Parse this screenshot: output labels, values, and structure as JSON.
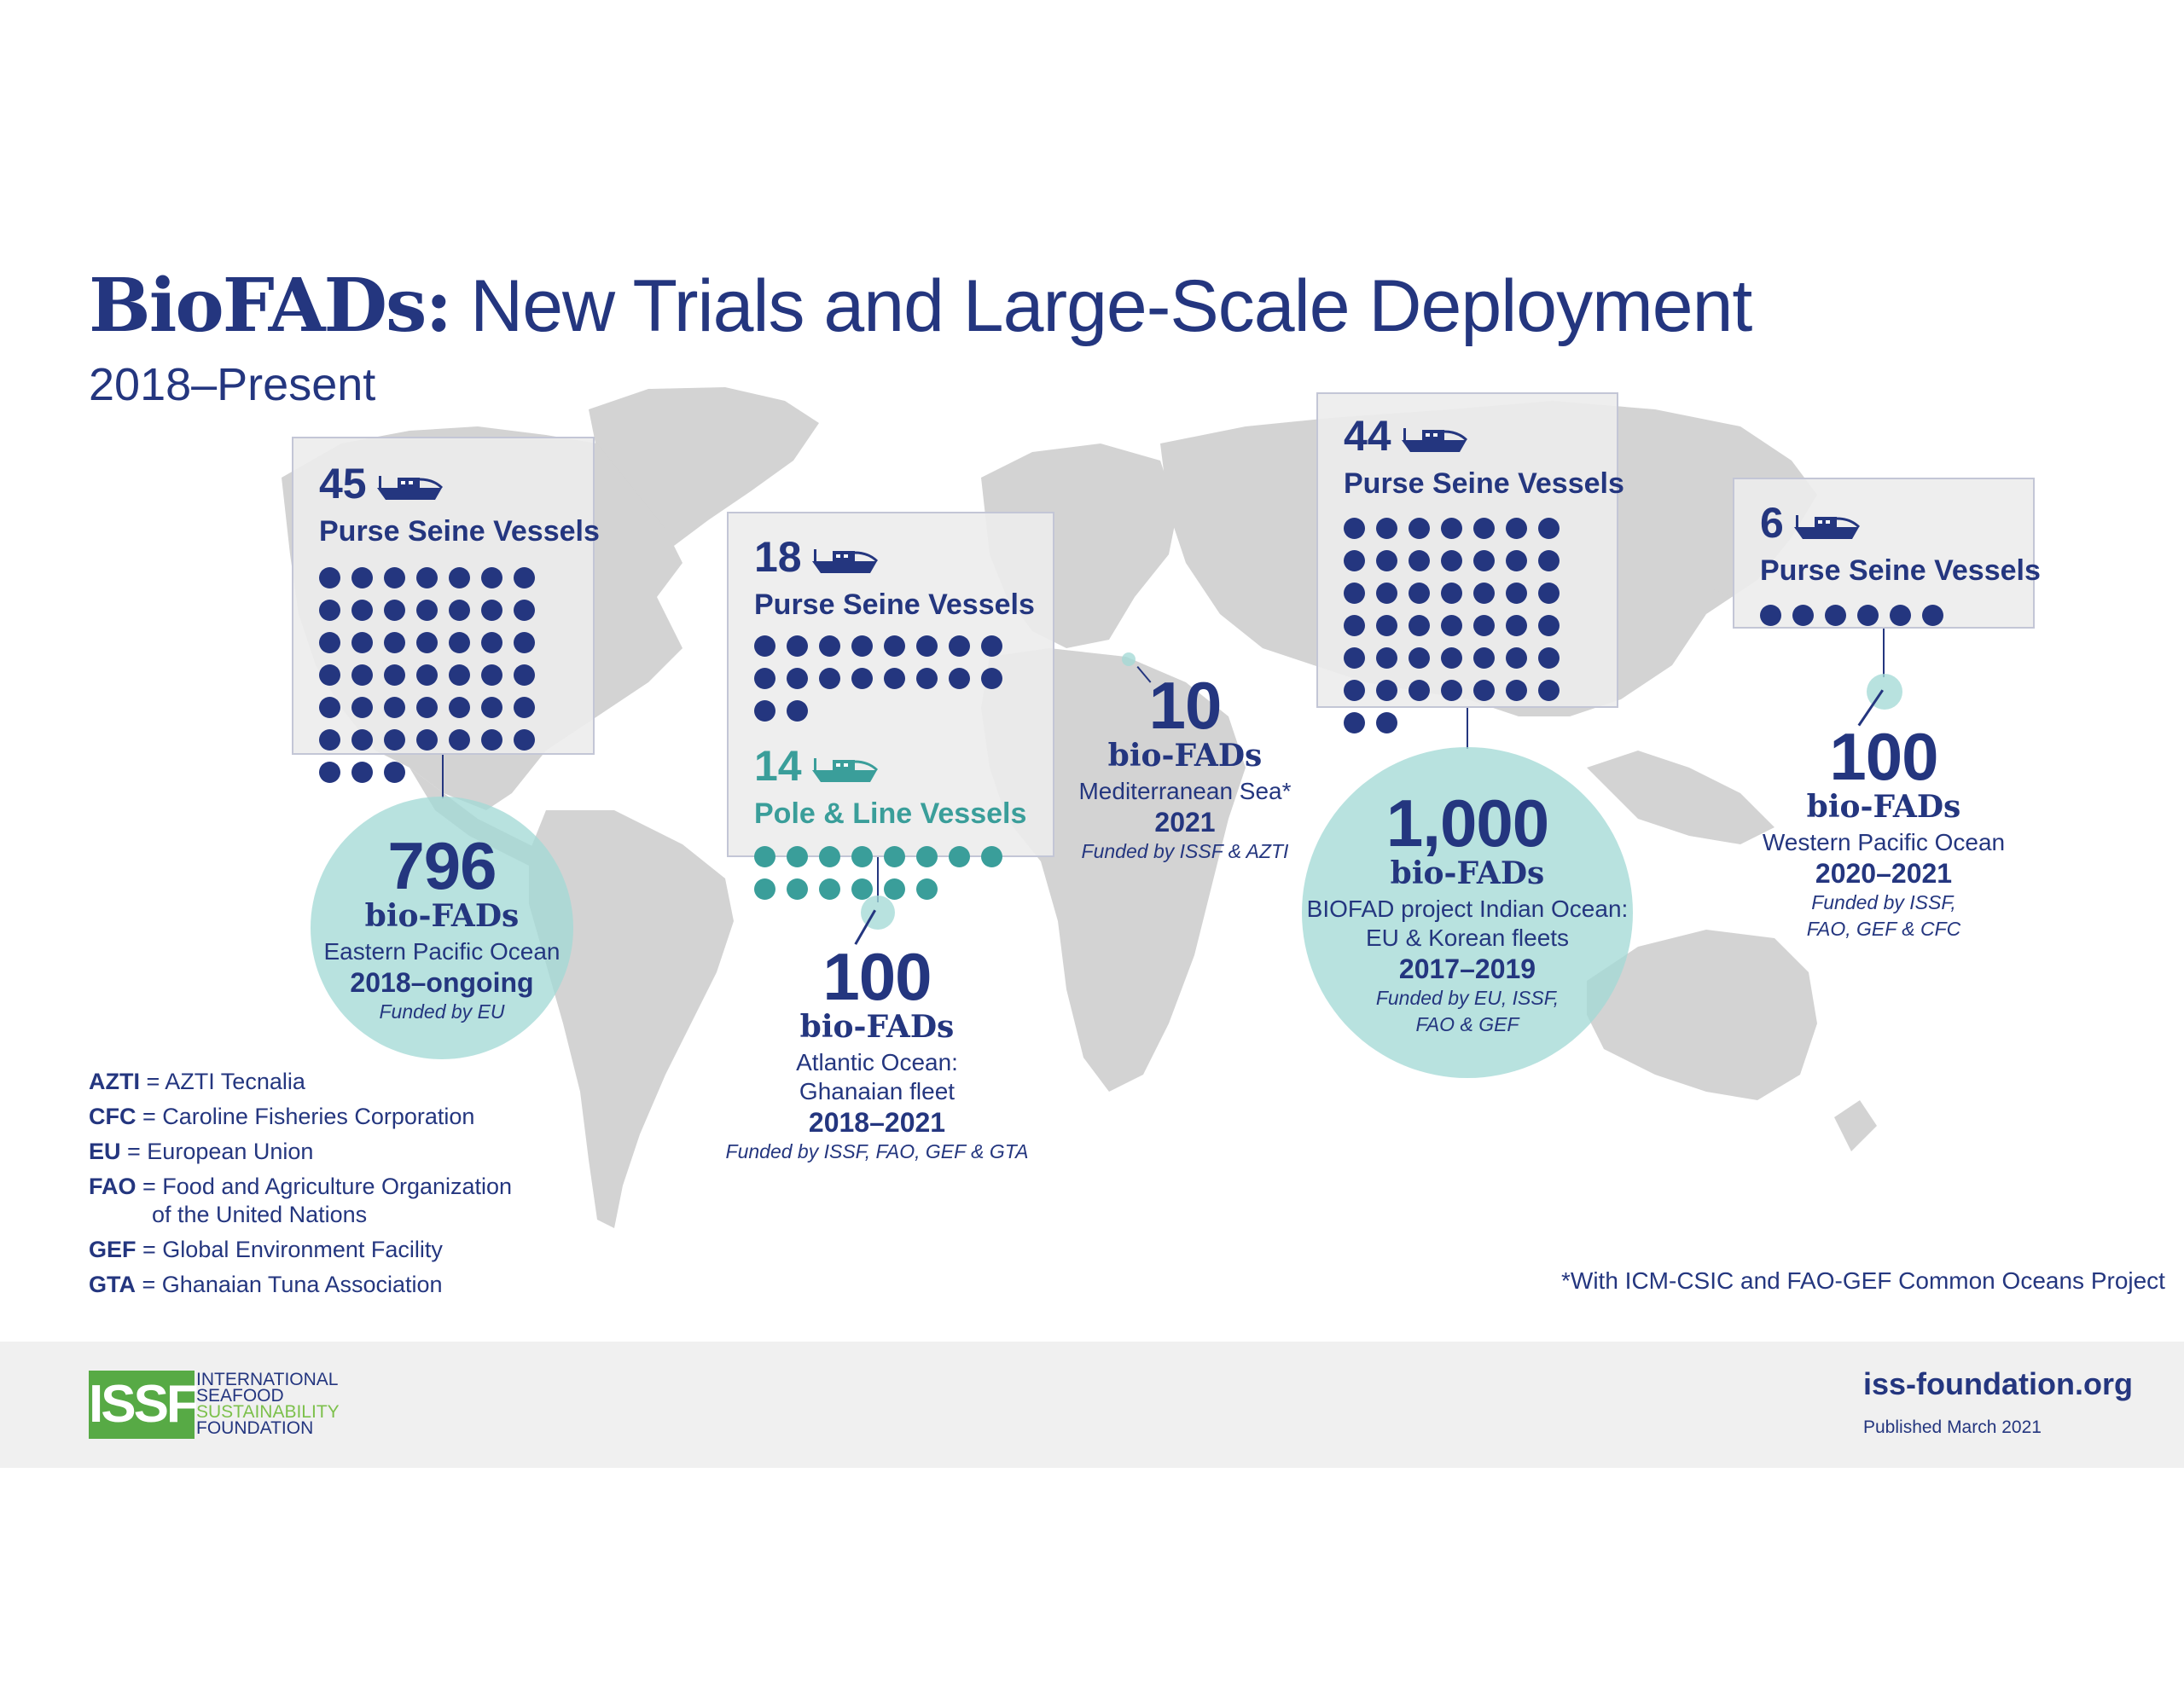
{
  "title": {
    "bold": "BioFADs:",
    "rest": "New Trials and Large-Scale Deployment",
    "subtitle": "2018–Present"
  },
  "colors": {
    "navy": "#24367f",
    "teal": "#3a9e9a",
    "circle": "#a4dad6",
    "map": "#d3d3d3",
    "logo_green": "#57aa45",
    "logo_light_green": "#7cc04b"
  },
  "icons": {
    "vessel": "boat-icon"
  },
  "vessel_boxes": [
    {
      "count": "45",
      "label": "Purse Seine Vessels",
      "dots": 45
    },
    {
      "count": "18",
      "label": "Purse Seine Vessels",
      "dots": 18,
      "count2": "14",
      "label2": "Pole & Line Vessels",
      "dots2": 14
    },
    {
      "count": "44",
      "label": "Purse Seine Vessels",
      "dots": 44
    },
    {
      "count": "6",
      "label": "Purse Seine Vessels",
      "dots": 6
    }
  ],
  "deployments": [
    {
      "count": "796",
      "unit": "bio-FADs",
      "location": "Eastern Pacific Ocean",
      "years": "2018–ongoing",
      "funded": "Funded by EU"
    },
    {
      "count": "100",
      "unit": "bio-FADs",
      "location": "Atlantic Ocean:",
      "location2": "Ghanaian fleet",
      "years": "2018–2021",
      "funded": "Funded by ISSF, FAO, GEF & GTA"
    },
    {
      "count": "10",
      "unit": "bio-FADs",
      "location": "Mediterranean Sea*",
      "years": "2021",
      "funded": "Funded by ISSF & AZTI"
    },
    {
      "count": "1,000",
      "unit": "bio-FADs",
      "location": "BIOFAD project Indian Ocean:",
      "location2": "EU & Korean fleets",
      "years": "2017–2019",
      "funded": "Funded by EU, ISSF,",
      "funded2": "FAO & GEF"
    },
    {
      "count": "100",
      "unit": "bio-FADs",
      "location": "Western Pacific Ocean",
      "years": "2020–2021",
      "funded": "Funded by ISSF,",
      "funded2": "FAO, GEF & CFC"
    }
  ],
  "abbreviations": [
    {
      "key": "AZTI",
      "value": "= AZTI Tecnalia"
    },
    {
      "key": "CFC",
      "value": "= Caroline Fisheries Corporation"
    },
    {
      "key": "EU",
      "value": "= European Union"
    },
    {
      "key": "FAO",
      "value": "= Food and Agriculture Organization",
      "value2": "of the United Nations"
    },
    {
      "key": "GEF",
      "value": "= Global Environment Facility"
    },
    {
      "key": "GTA",
      "value": "= Ghanaian Tuna Association"
    }
  ],
  "footnote": "*With ICM-CSIC and FAO-GEF Common Oceans Project",
  "footer": {
    "logo_letters": "ISSF",
    "logo_lines": [
      "INTERNATIONAL",
      "SEAFOOD",
      "SUSTAINABILITY",
      "FOUNDATION"
    ],
    "website": "iss-foundation.org",
    "published": "Published March 2021"
  }
}
